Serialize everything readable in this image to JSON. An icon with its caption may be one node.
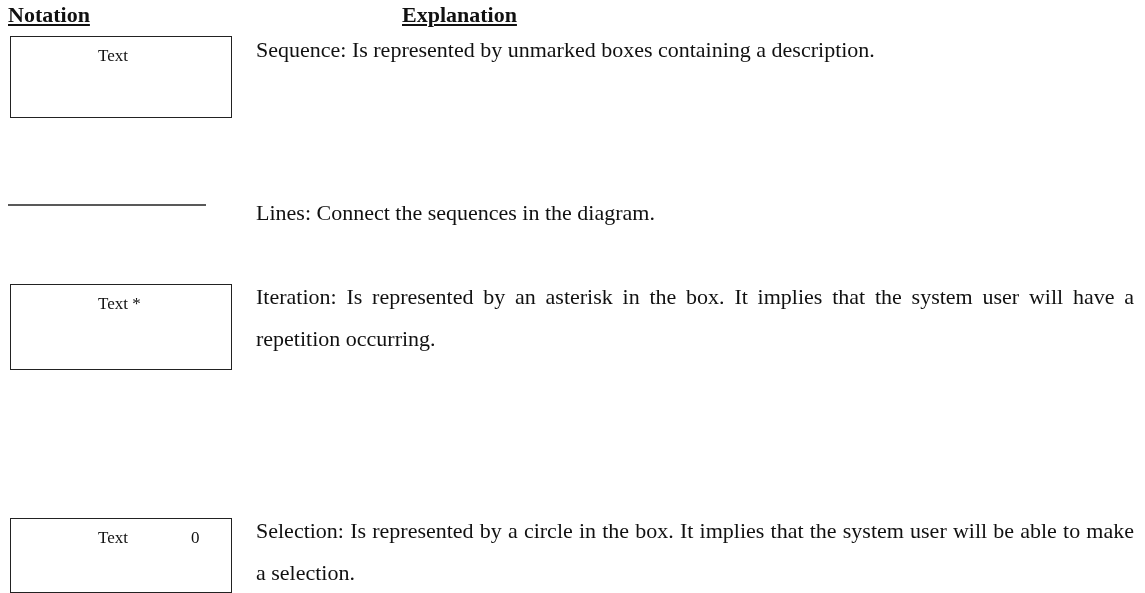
{
  "diagram": {
    "nodes": [
      {
        "text": [
          "Text"
        ]
      },
      {
        "text": [
          "Text *"
        ]
      },
      {
        "text": [
          "Text",
          "0"
        ]
      }
    ],
    "labels": [
      "Notation",
      "Explanation",
      "Sequence: Is represented by unmarked boxes containing a description.",
      "Lines: Connect the sequences in the diagram.",
      "Iteration: Is represented by an asterisk in the box. It implies that the system user will have a repetition occurring.",
      "Selection: Is represented by a circle in the box. It implies that the system user will be able to make a selection."
    ]
  }
}
